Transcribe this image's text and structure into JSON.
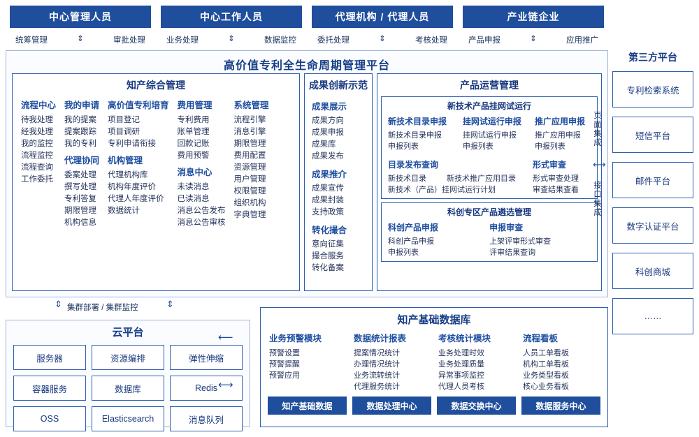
{
  "roles": [
    {
      "name": "中心管理人员",
      "actions": [
        "统筹管理",
        "审批处理"
      ]
    },
    {
      "name": "中心工作人员",
      "actions": [
        "业务处理",
        "数据监控"
      ]
    },
    {
      "name": "代理机构 / 代理人员",
      "actions": [
        "委托处理",
        "考核处理"
      ]
    },
    {
      "name": "产业链企业",
      "actions": [
        "产品申报",
        "应用推广"
      ]
    }
  ],
  "platform": {
    "title": "高价值专利全生命周期管理平台",
    "knowledge": {
      "title": "知产综合管理",
      "columns": [
        {
          "header": "流程中心",
          "items": [
            "待我处理",
            "经我处理",
            "我的监控",
            "流程监控",
            "流程查询",
            "工作委托"
          ]
        },
        {
          "header": "我的申请",
          "items": [
            "我的提案",
            "提案跟踪",
            "我的专利"
          ],
          "header2": "代理协同",
          "items2": [
            "委案处理",
            "撰写处理",
            "专利答复",
            "期限管理",
            "机构信息"
          ]
        },
        {
          "header": "高价值专利培育",
          "items": [
            "项目登记",
            "项目调研",
            "专利申请衔接"
          ],
          "header2": "机构管理",
          "items2": [
            "代理机构库",
            "机构年度评价",
            "代理人年度评价",
            "数据统计"
          ]
        },
        {
          "header": "费用管理",
          "items": [
            "专利费用",
            "账单管理",
            "回款记账",
            "费用预警"
          ],
          "header2": "消息中心",
          "items2": [
            "未读消息",
            "已读消息",
            "消息公告发布",
            "消息公告审核"
          ]
        },
        {
          "header": "系统管理",
          "items": [
            "流程引擎",
            "消息引擎",
            "期限管理",
            "费用配置",
            "资源管理",
            "用户管理",
            "权限管理",
            "组织机构",
            "字典管理"
          ]
        }
      ]
    },
    "achievement": {
      "title": "成果创新示范",
      "groups": [
        {
          "header": "成果展示",
          "items": [
            "成果方向",
            "成果申报",
            "成果库",
            "成果发布"
          ]
        },
        {
          "header": "成果推介",
          "items": [
            "成果宣传",
            "成果封装",
            "支持政策"
          ]
        },
        {
          "header": "转化撮合",
          "items": [
            "意向征集",
            "撮合服务",
            "转化备案"
          ]
        }
      ]
    },
    "product": {
      "title": "产品运营管理",
      "sub1": {
        "title": "新技术产品挂网试运行",
        "columns": [
          {
            "header": "新技术目录申报",
            "items": [
              "新技术目录申报",
              "申报列表"
            ]
          },
          {
            "header": "挂网试运行申报",
            "items": [
              "挂网试运行申报",
              "申报列表"
            ]
          },
          {
            "header": "推广应用申报",
            "items": [
              "推广应用申报",
              "申报列表"
            ]
          },
          {
            "header": "目录发布查询",
            "items": [
              "新技术目录",
              "新技术推广应用目录",
              "新技术（产品）挂网试运行计划"
            ]
          },
          {
            "header": "形式审查",
            "items": [
              "形式审查处理",
              "审查结果查看"
            ]
          }
        ]
      },
      "sub2": {
        "title": "科创专区产品遴选管理",
        "columns": [
          {
            "header": "科创产品申报",
            "items": [
              "科创产品申报",
              "申报列表"
            ]
          },
          {
            "header": "申报审查",
            "items": [
              "上架评审形式审查",
              "评审结果查询"
            ]
          }
        ]
      }
    },
    "side_labels": [
      "页面集成",
      "接口集成"
    ]
  },
  "third_party": {
    "title": "第三方平台",
    "items": [
      "专利检索系统",
      "短信平台",
      "邮件平台",
      "数字认证平台",
      "科创商城",
      "……"
    ]
  },
  "cloud": {
    "title": "云平台",
    "cluster_label": "集群部署 / 集群监控",
    "items": [
      "服务器",
      "资源编排",
      "弹性伸缩",
      "容器服务",
      "数据库",
      "Redis",
      "OSS",
      "Elasticsearch",
      "消息队列"
    ]
  },
  "database": {
    "title": "知产基础数据库",
    "columns": [
      {
        "header": "业务预警模块",
        "items": [
          "预警设置",
          "预警提醒",
          "预警应用"
        ]
      },
      {
        "header": "数据统计报表",
        "items": [
          "提案情况统计",
          "办理情况统计",
          "业务流转统计",
          "代理服务统计"
        ]
      },
      {
        "header": "考核统计模块",
        "items": [
          "业务处理时效",
          "业务处理质量",
          "异常事项监控",
          "代理人员考核"
        ]
      },
      {
        "header": "流程看板",
        "items": [
          "人员工单看板",
          "机构工单看板",
          "业务类型看板",
          "核心业务看板"
        ]
      }
    ],
    "tags": [
      "知产基础数据",
      "数据处理中心",
      "数据交换中心",
      "数据服务中心"
    ]
  },
  "colors": {
    "accent": "#1f4e9c",
    "border": "#2f5fae",
    "text": "#24335a"
  }
}
